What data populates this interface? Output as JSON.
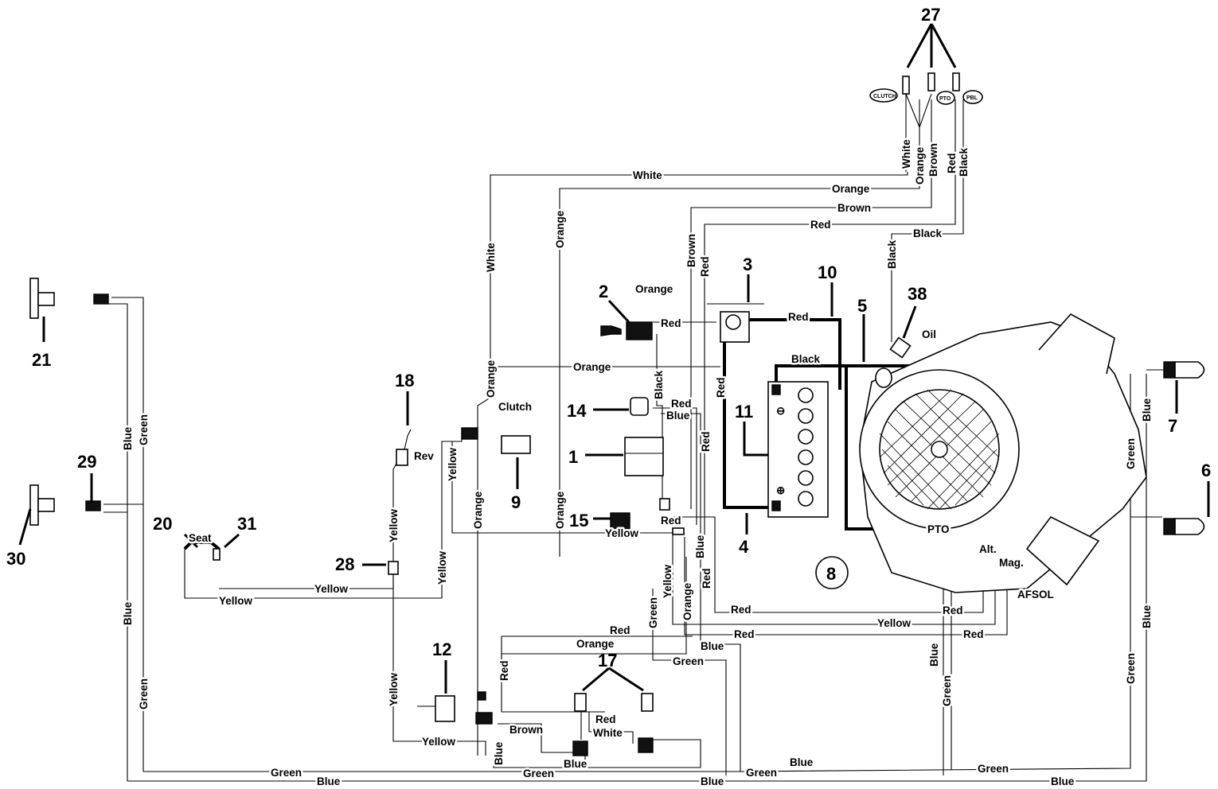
{
  "labels": {
    "white": "White",
    "orange": "Orange",
    "brown": "Brown",
    "red": "Red",
    "black": "Black",
    "blue": "Blue",
    "green": "Green",
    "yellow": "Yellow",
    "clutch": "Clutch",
    "rev": "Rev",
    "seat": "Seat",
    "oil": "Oil",
    "pto": "PTO",
    "alt": "Alt.",
    "mag": "Mag.",
    "afsol": "AFSOL",
    "switch_clutch": "CLUTCH",
    "switch_pto": "PTO",
    "switch_pbl": "PBL",
    "minus": "⊖",
    "plus": "⊕"
  },
  "numbers": {
    "n1": "1",
    "n2": "2",
    "n3": "3",
    "n4": "4",
    "n5": "5",
    "n6": "6",
    "n7": "7",
    "n8": "8",
    "n9": "9",
    "n10": "10",
    "n11": "11",
    "n12": "12",
    "n14": "14",
    "n15": "15",
    "n17": "17",
    "n18": "18",
    "n20": "20",
    "n21": "21",
    "n27": "27",
    "n28": "28",
    "n29": "29",
    "n30": "30",
    "n31": "31",
    "n38": "38"
  }
}
